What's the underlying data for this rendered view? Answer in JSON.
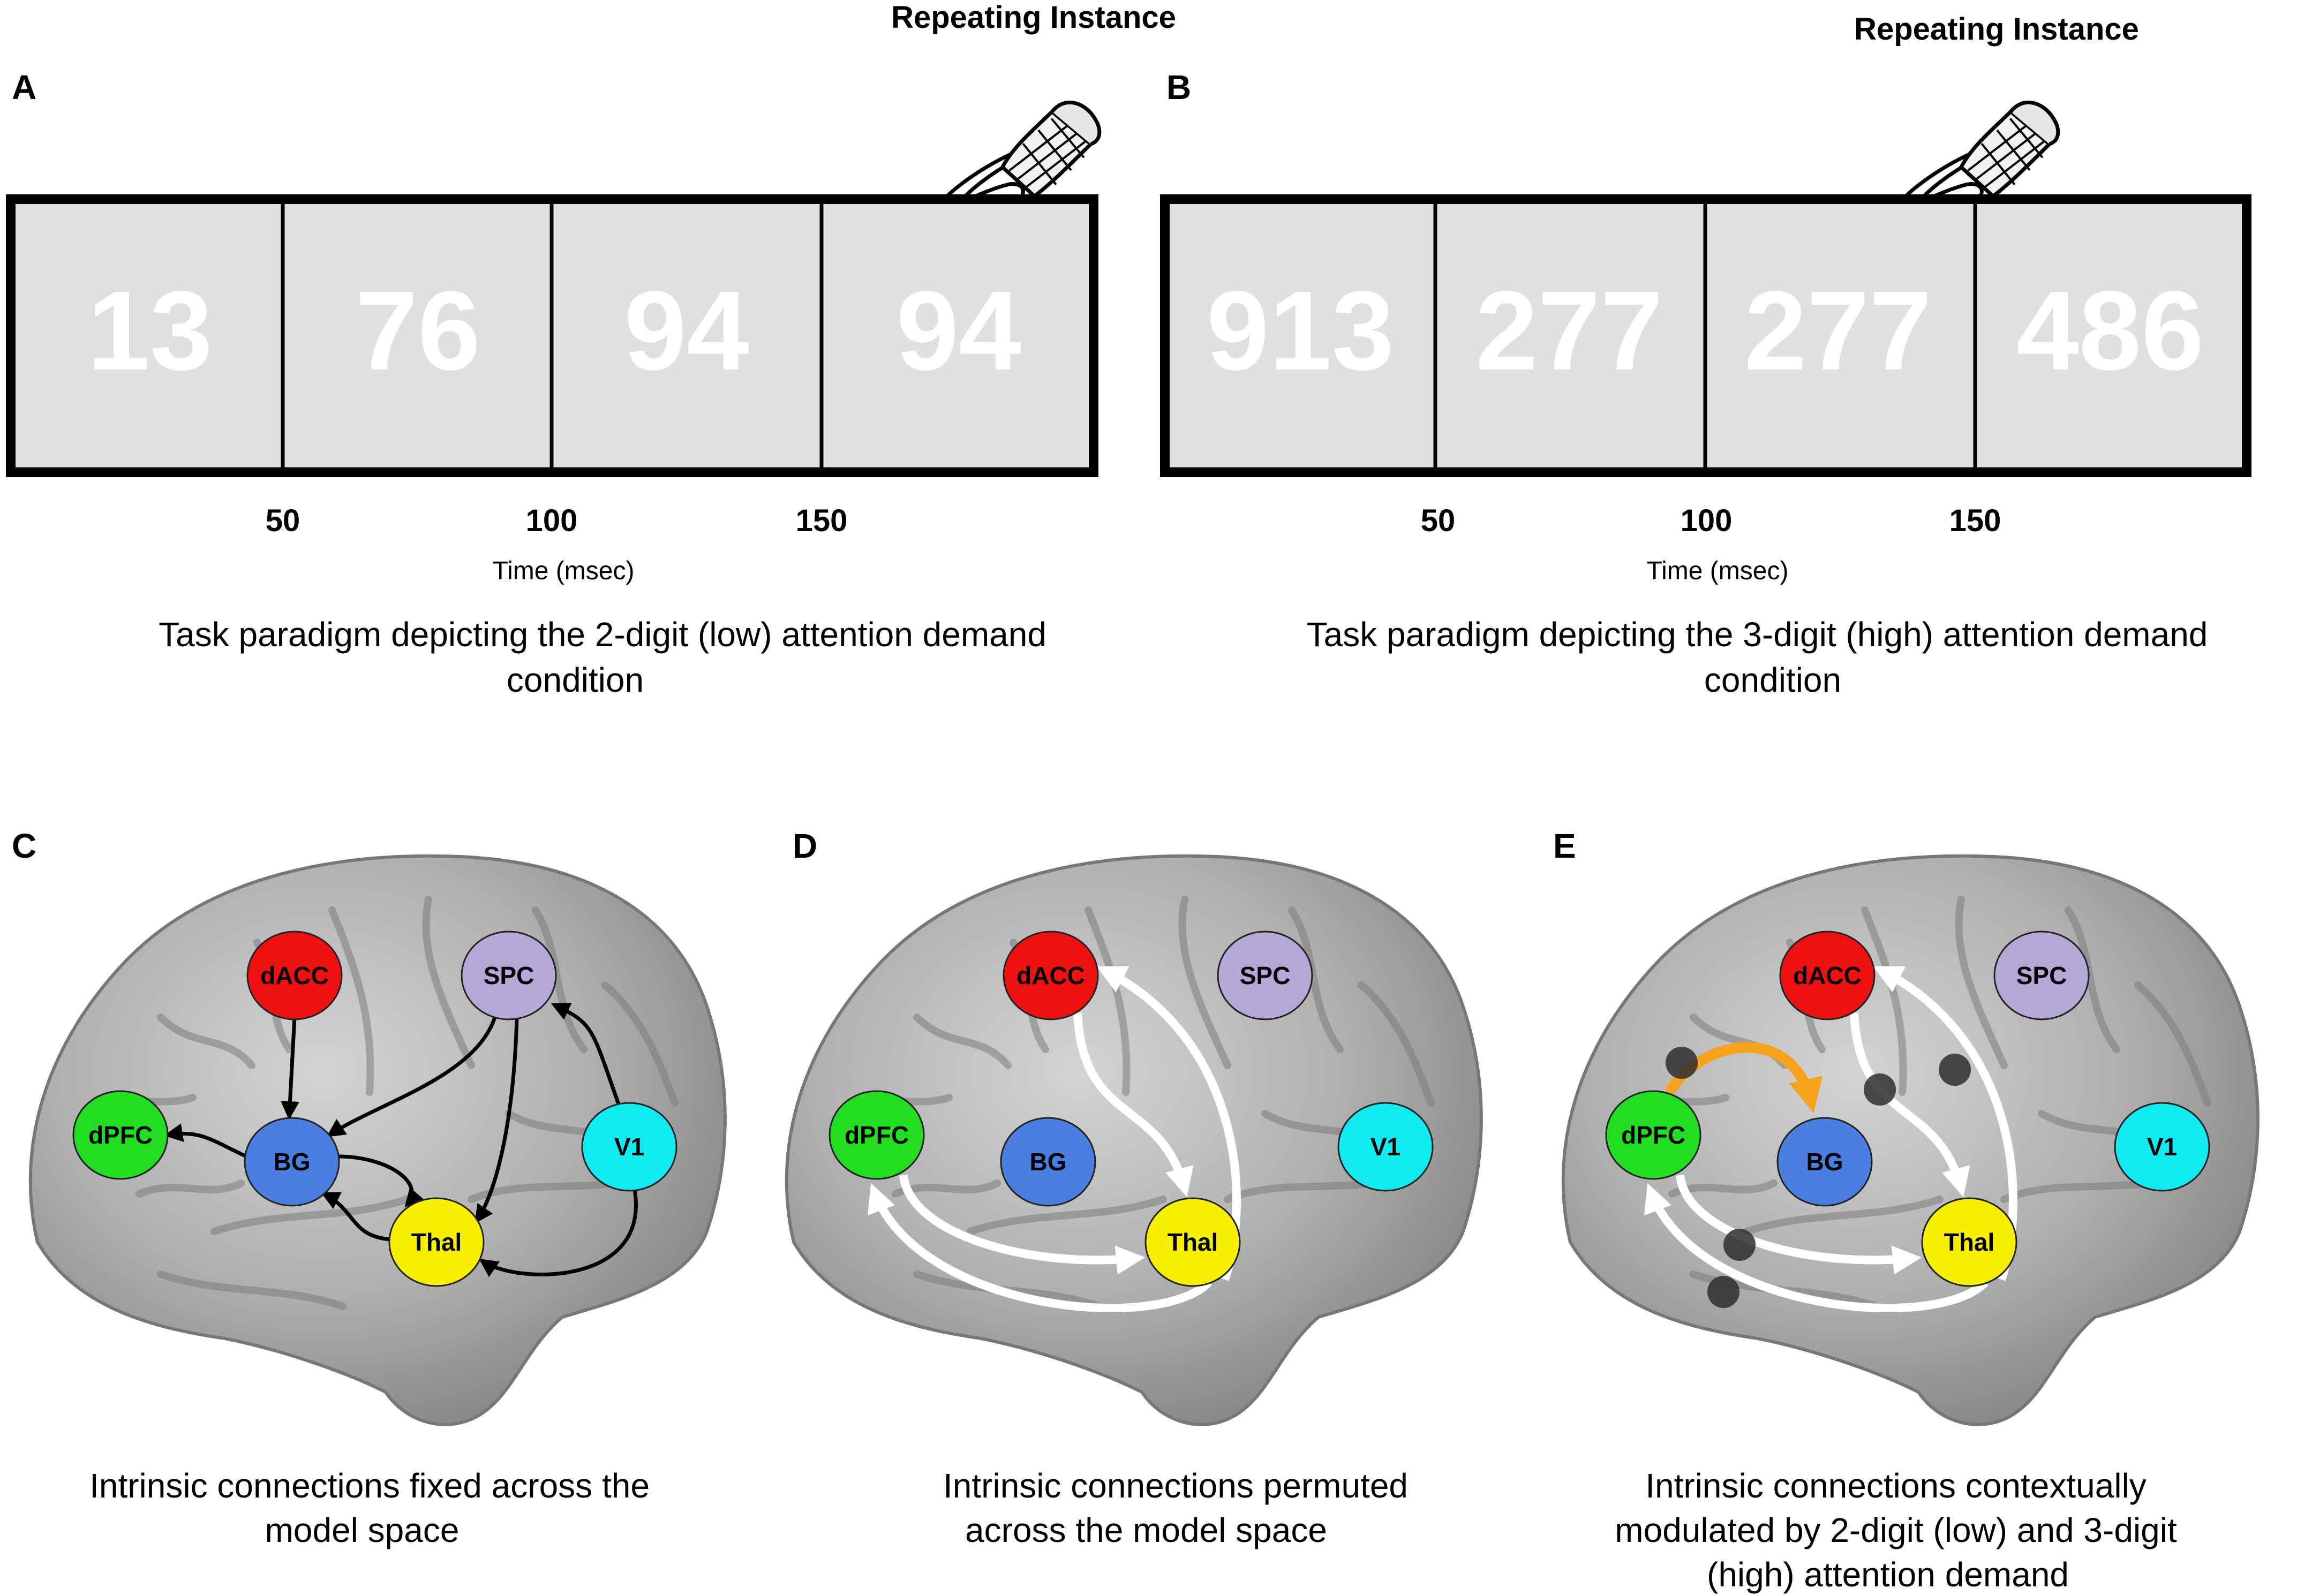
{
  "panels": {
    "A": {
      "letter": "A",
      "callout": "Repeating Instance",
      "stimuli": [
        "13",
        "76",
        "94",
        "94"
      ],
      "ticks": [
        "50",
        "100",
        "150"
      ],
      "axis_label": "Time (msec)",
      "caption_line1": "Task paradigm depicting the 2-digit (low) attention demand",
      "caption_line2": "condition"
    },
    "B": {
      "letter": "B",
      "callout": "Repeating Instance",
      "stimuli": [
        "913",
        "277",
        "277",
        "486"
      ],
      "ticks": [
        "50",
        "100",
        "150"
      ],
      "axis_label": "Time (msec)",
      "caption_line1": "Task paradigm depicting the 3-digit (high) attention demand",
      "caption_line2": "condition"
    },
    "C": {
      "letter": "C",
      "caption_line1": "Intrinsic connections fixed across the",
      "caption_line2": "model space",
      "edges": [
        {
          "from": "dACC",
          "to": "BG"
        },
        {
          "from": "SPC",
          "to": "BG"
        },
        {
          "from": "SPC",
          "to": "Thal"
        },
        {
          "from": "BG",
          "to": "dPFC"
        },
        {
          "from": "BG",
          "to": "Thal"
        },
        {
          "from": "Thal",
          "to": "BG"
        },
        {
          "from": "V1",
          "to": "SPC"
        },
        {
          "from": "V1",
          "to": "Thal"
        }
      ]
    },
    "D": {
      "letter": "D",
      "caption_line1": "Intrinsic connections permuted",
      "caption_line2": "across the model space",
      "edges": [
        {
          "from": "dACC",
          "to": "Thal"
        },
        {
          "from": "Thal",
          "to": "dACC"
        },
        {
          "from": "dPFC",
          "to": "Thal"
        },
        {
          "from": "Thal",
          "to": "dPFC"
        }
      ]
    },
    "E": {
      "letter": "E",
      "caption_line1": "Intrinsic connections contextually",
      "caption_line2": "modulated by 2-digit (low) and 3-digit",
      "caption_line3": "(high) attention demand",
      "edges": [
        {
          "from": "dACC",
          "to": "Thal"
        },
        {
          "from": "Thal",
          "to": "dACC"
        },
        {
          "from": "dPFC",
          "to": "Thal"
        },
        {
          "from": "Thal",
          "to": "dPFC"
        },
        {
          "from": "dPFC",
          "to": "BG",
          "modulated": true
        }
      ]
    }
  },
  "regions": [
    {
      "id": "dACC",
      "label": "dACC",
      "color": "#ee1111"
    },
    {
      "id": "SPC",
      "label": "SPC",
      "color": "#b4a9d6"
    },
    {
      "id": "dPFC",
      "label": "dPFC",
      "color": "#22dd22"
    },
    {
      "id": "BG",
      "label": "BG",
      "color": "#4a7fe0"
    },
    {
      "id": "Thal",
      "label": "Thal",
      "color": "#f6f000"
    },
    {
      "id": "V1",
      "label": "V1",
      "color": "#10eaf0"
    }
  ],
  "colors": {
    "stimulus_box": "#e0e0e0",
    "stimulus_text": "#ffffff",
    "modulatory_arrow": "#f7a21b",
    "modulation_marker": "#2e2e2e",
    "brain": "#a9a9a9"
  },
  "icons": [
    "pointing-hand-icon"
  ]
}
